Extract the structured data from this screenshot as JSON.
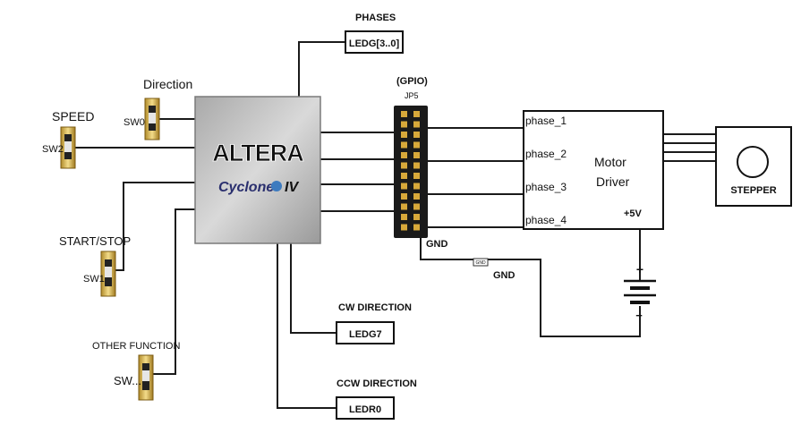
{
  "fpga": {
    "brand": "ALTERA",
    "family": "Cyclone",
    "family_suffix": "IV"
  },
  "switches": {
    "direction": {
      "title": "Direction",
      "id": "SW0"
    },
    "speed": {
      "title": "SPEED",
      "id": "SW2"
    },
    "start_stop": {
      "title": "START/STOP",
      "id": "SW1"
    },
    "other": {
      "title": "OTHER FUNCTION",
      "id": "SW..."
    }
  },
  "leds": {
    "phases": {
      "title": "PHASES",
      "id": "LEDG[3..0]"
    },
    "cw": {
      "title": "CW DIRECTION",
      "id": "LEDG7"
    },
    "ccw": {
      "title": "CCW DIRECTION",
      "id": "LEDR0"
    }
  },
  "header": {
    "title": "(GPIO)",
    "id": "JP5"
  },
  "driver": {
    "title_line1": "Motor",
    "title_line2": "Driver",
    "phases": [
      "phase_1",
      "phase_2",
      "phase_3",
      "phase_4"
    ],
    "supply": "+5V"
  },
  "ground": {
    "label_a": "GND",
    "label_b": "GND",
    "small_tag": "GND"
  },
  "battery": {
    "plus": "+",
    "minus": "−"
  },
  "motor": {
    "label": "STEPPER"
  }
}
